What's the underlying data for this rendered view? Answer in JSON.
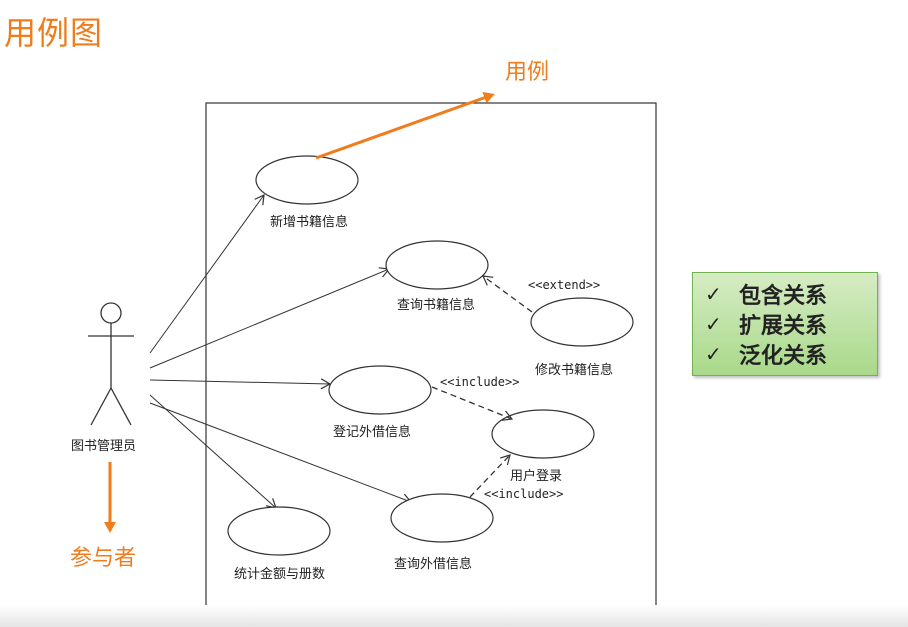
{
  "slide": {
    "title": "用例图",
    "usecase_callout": "用例",
    "actor_callout": "参与者",
    "accent_color": "#f07c1c"
  },
  "diagram": {
    "actor": {
      "name": "图书管理员",
      "icon": "stick-figure-icon"
    },
    "usecases": {
      "add_book": "新增书籍信息",
      "query_book": "查询书籍信息",
      "modify_book": "修改书籍信息",
      "register_loan": "登记外借信息",
      "user_login": "用户登录",
      "stats": "统计金额与册数",
      "query_loan": "查询外借信息"
    },
    "relations": {
      "extend": "<<extend>>",
      "include_1": "<<include>>",
      "include_2": "<<include>>"
    }
  },
  "legend": {
    "check_icon": "check-icon",
    "items": [
      {
        "label": "包含关系"
      },
      {
        "label": "扩展关系"
      },
      {
        "label": "泛化关系"
      }
    ]
  }
}
